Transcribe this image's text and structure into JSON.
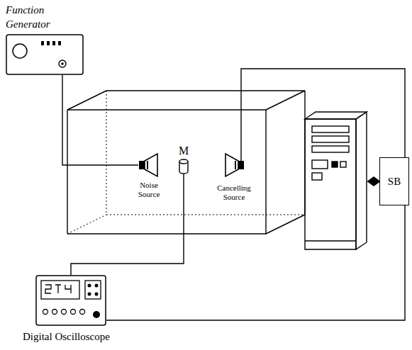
{
  "diagram": {
    "nodes": [
      {
        "text": [
          "Function Generator"
        ]
      },
      {
        "text": [
          "Noise Source"
        ]
      },
      {
        "text": [
          "M"
        ]
      },
      {
        "text": [
          "Cancelling Source"
        ]
      },
      {
        "text": [
          "SB"
        ]
      },
      {
        "text": [
          "Digital Oscilloscope"
        ]
      }
    ],
    "edges": [
      {
        "from": 0,
        "to": 1,
        "arrow": "none"
      },
      {
        "from": 4,
        "to": 3,
        "arrow": "none"
      },
      {
        "from": 2,
        "to": 5,
        "arrow": "none"
      },
      {
        "from": 5,
        "to": 4,
        "arrow": "none"
      }
    ]
  }
}
